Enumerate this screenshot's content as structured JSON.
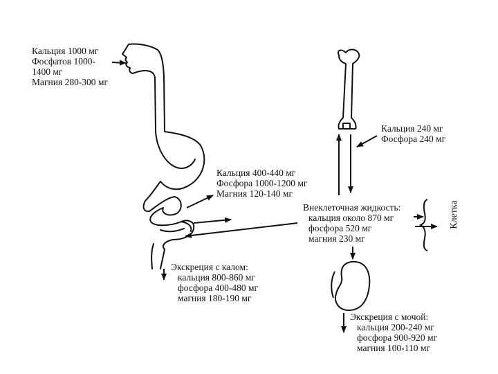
{
  "intake": {
    "lines": [
      "Кальция 1000 мг",
      "Фосфатов 1000-",
      "1400 мг",
      "Магния 280-300 мг"
    ]
  },
  "absorption": {
    "lines": [
      "Кальция 400-440 мг",
      "Фосфора 1000-1200 мг",
      "Магния 120-140 мг"
    ]
  },
  "bone": {
    "lines": [
      "Кальция 240 мг",
      "Фосфора 240 мг"
    ]
  },
  "ecf": {
    "title": "Внеклеточная жидкость:",
    "lines": [
      "кальция около 870 мг",
      "фосфора 520 мг",
      "магния 230 мг"
    ]
  },
  "cell": {
    "label": "Клетка"
  },
  "feces": {
    "title": "Экскреция с калом:",
    "lines": [
      "кальция 800-860 мг",
      "фосфора 400-480 мг",
      "магния 180-190 мг"
    ]
  },
  "urine": {
    "title": "Экскреция с мочой:",
    "lines": [
      "кальция 200-240 мг",
      "фосфора 900-920 мг",
      "магния 100-110 мг"
    ]
  },
  "colors": {
    "ink": "#111111",
    "background": "#ffffff"
  }
}
